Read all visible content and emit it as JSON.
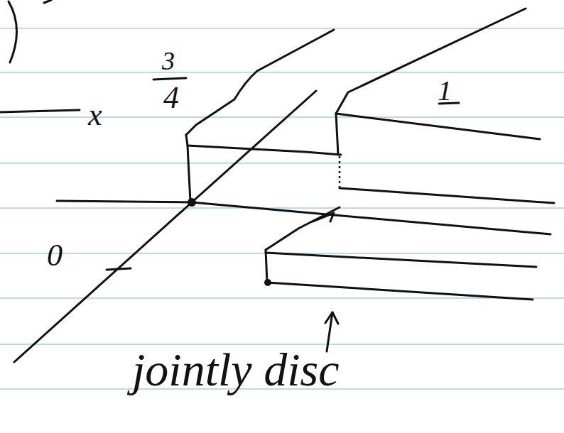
{
  "diagram": {
    "labels": [
      "3",
      "4",
      "x",
      "1",
      "0",
      "jointly disc"
    ]
  }
}
